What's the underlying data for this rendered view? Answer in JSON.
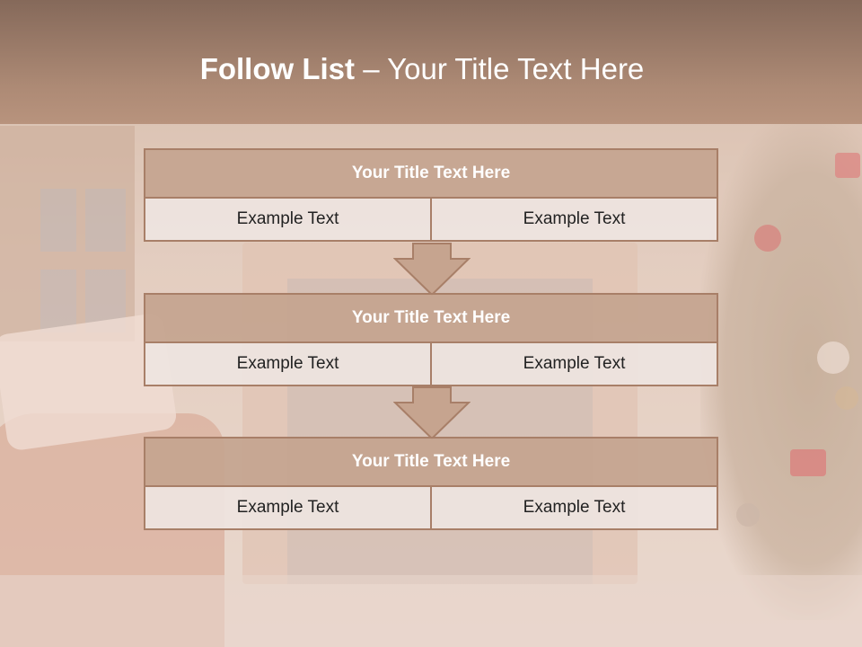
{
  "header": {
    "title_bold": "Follow List",
    "title_rest": " – Your Title Text Here"
  },
  "blocks": [
    {
      "title": "Your Title Text Here",
      "left": "Example Text",
      "right": "Example Text"
    },
    {
      "title": "Your Title Text Here",
      "left": "Example Text",
      "right": "Example Text"
    },
    {
      "title": "Your Title Text Here",
      "left": "Example Text",
      "right": "Example Text"
    }
  ],
  "colors": {
    "header": "#a8836e",
    "block_title": "#c4a48f",
    "border": "#a87f68",
    "cell": "#eee4e0"
  }
}
